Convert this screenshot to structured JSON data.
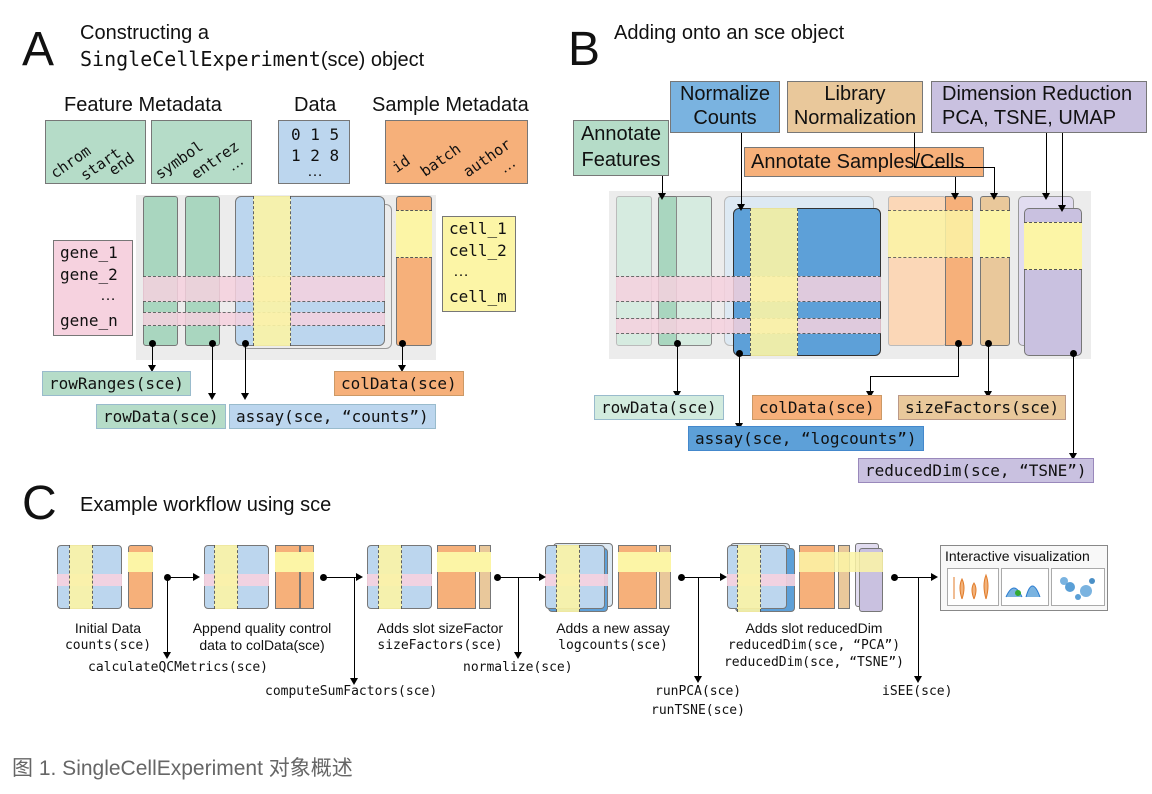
{
  "panelA": {
    "letter": "A",
    "title_line1": "Constructing a",
    "title_code": "SingleCellExperiment",
    "title_rest": "(sce) object",
    "feature_metadata": "Feature Metadata",
    "data": "Data",
    "sample_metadata": "Sample Metadata",
    "feat_words1": [
      "chrom",
      "start",
      "end"
    ],
    "feat_words2": [
      "symbol",
      "entrez",
      "…"
    ],
    "data_nums_row1": "0 1 5",
    "data_nums_row2": "1 2 8",
    "data_ellipsis": "…",
    "sample_words": [
      "id",
      "batch",
      "author",
      "…"
    ],
    "genes": [
      "gene_1",
      "gene_2",
      "…",
      "gene_n"
    ],
    "cells": [
      "cell_1",
      "cell_2",
      "…",
      "cell_m"
    ],
    "rowRanges": "rowRanges(sce)",
    "rowData": "rowData(sce)",
    "assay": "assay(sce, “counts”)",
    "colData": "colData(sce)"
  },
  "panelB": {
    "letter": "B",
    "title": "Adding onto an sce object",
    "normalize_counts_1": "Normalize",
    "normalize_counts_2": "Counts",
    "library_norm_1": "Library",
    "library_norm_2": "Normalization",
    "dimred_1": "Dimension Reduction",
    "dimred_2": "PCA, TSNE, UMAP",
    "annotate_features_1": "Annotate",
    "annotate_features_2": "Features",
    "annotate_samples": "Annotate Samples/Cells",
    "rowData": "rowData(sce)",
    "colData": "colData(sce)",
    "sizeFactors": "sizeFactors(sce)",
    "assay": "assay(sce, “logcounts”)",
    "reducedDim": "reducedDim(sce, “TSNE”)"
  },
  "panelC": {
    "letter": "C",
    "title": "Example workflow using sce",
    "steps": [
      {
        "line1": "Initial Data",
        "line2": "counts(sce)"
      },
      {
        "line1": "Append quality control",
        "line2": "data to colData(sce)"
      },
      {
        "line1": "Adds slot sizeFactor",
        "line2": "sizeFactors(sce)"
      },
      {
        "line1": "Adds a new assay",
        "line2": "logcounts(sce)"
      },
      {
        "line1": "Adds slot reducedDim",
        "line2": "reducedDim(sce, “PCA”)",
        "line3": "reducedDim(sce, “TSNE”)"
      }
    ],
    "fn_calculateQC": "calculateQCMetrics(sce)",
    "fn_computeSum": "computeSumFactors(sce)",
    "fn_normalize": "normalize(sce)",
    "fn_runPCA": "runPCA(sce)",
    "fn_runTSNE": "runTSNE(sce)",
    "fn_iSEE": "iSEE(sce)",
    "interactive": "Interactive visualization"
  },
  "caption": "图 1. SingleCellExperiment 对象概述"
}
